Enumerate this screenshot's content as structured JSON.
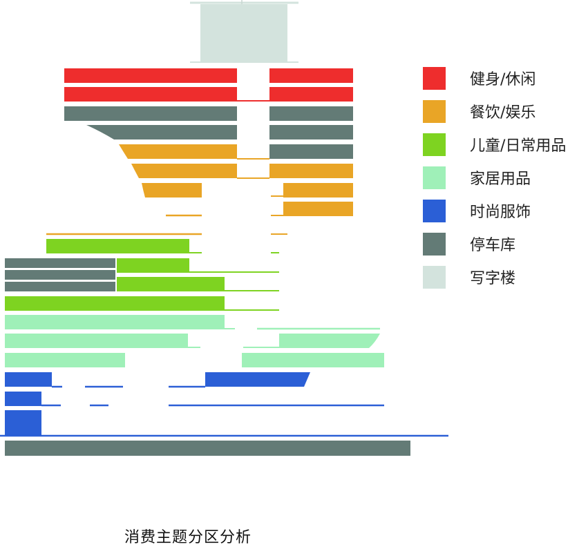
{
  "caption": "消费主题分区分析",
  "legend": [
    {
      "id": "fitness",
      "label": "健身/休闲",
      "color": "#ee2d2d"
    },
    {
      "id": "dining",
      "label": "餐饮/娱乐",
      "color": "#e9a526"
    },
    {
      "id": "kids",
      "label": "儿童/日常用品",
      "color": "#7ed321"
    },
    {
      "id": "home",
      "label": "家居用品",
      "color": "#9ff0b8"
    },
    {
      "id": "fashion",
      "label": "时尚服饰",
      "color": "#2b5fd6"
    },
    {
      "id": "parking",
      "label": "停车库",
      "color": "#637b76"
    },
    {
      "id": "office",
      "label": "写字楼",
      "color": "#d3e3dd"
    }
  ]
}
